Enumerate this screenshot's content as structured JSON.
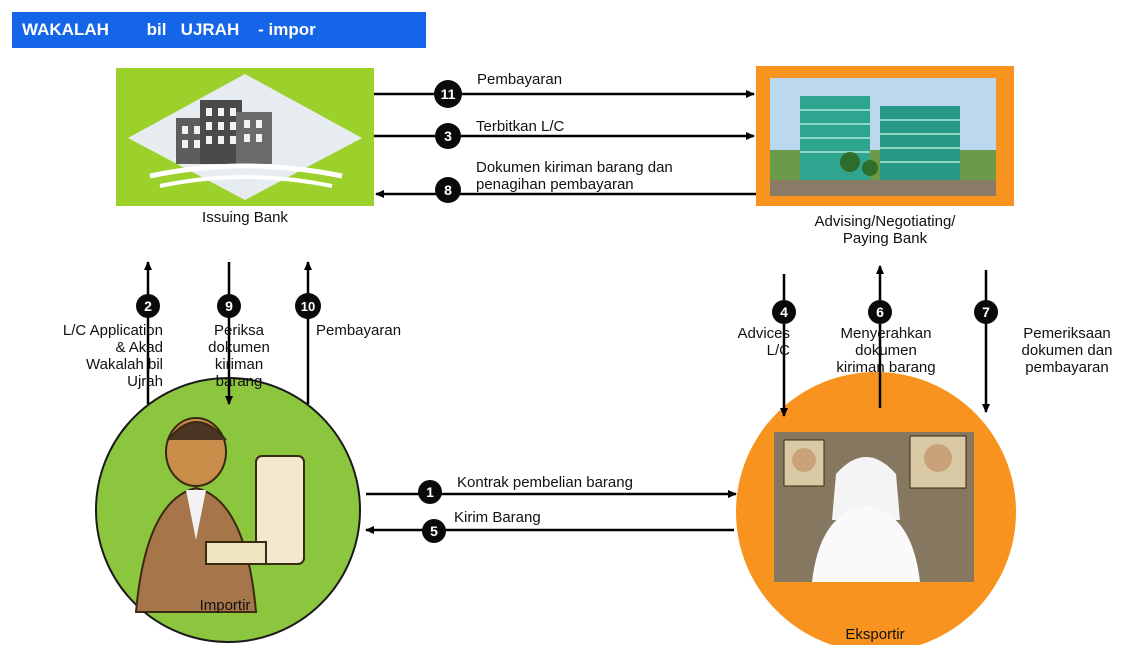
{
  "title": "WAKALAH        bil   UJRAH    - impor",
  "nodes": {
    "issuing_bank": "Issuing Bank",
    "advising_bank": "Advising/Negotiating/\nPaying Bank",
    "importir": "Importir",
    "eksportir": "Eksportir"
  },
  "flows": [
    {
      "step": "1",
      "label": "Kontrak pembelian barang"
    },
    {
      "step": "2",
      "label": "L/C Application\n& Akad\nWakalah bil\nUjrah"
    },
    {
      "step": "3",
      "label": "Terbitkan L/C"
    },
    {
      "step": "4",
      "label": "Advices\nL/C"
    },
    {
      "step": "5",
      "label": "Kirim Barang"
    },
    {
      "step": "6",
      "label": "Menyerahkan\ndokumen\nkiriman barang"
    },
    {
      "step": "7",
      "label": "Pemeriksaan\ndokumen dan\npembayaran"
    },
    {
      "step": "8",
      "label": "Dokumen kiriman barang dan\npenagihan pembayaran"
    },
    {
      "step": "9",
      "label": "Periksa\ndokumen\nkiriman\nbarang"
    },
    {
      "step": "10",
      "label": "Pembayaran"
    },
    {
      "step": "11",
      "label": "Pembayaran"
    }
  ],
  "colors": {
    "title_bg": "#1565e8",
    "issuing_bg": "#9bd12a",
    "orange": "#f7931e",
    "importir_bg": "#8cc63f",
    "badge": "#0a0a0a"
  }
}
